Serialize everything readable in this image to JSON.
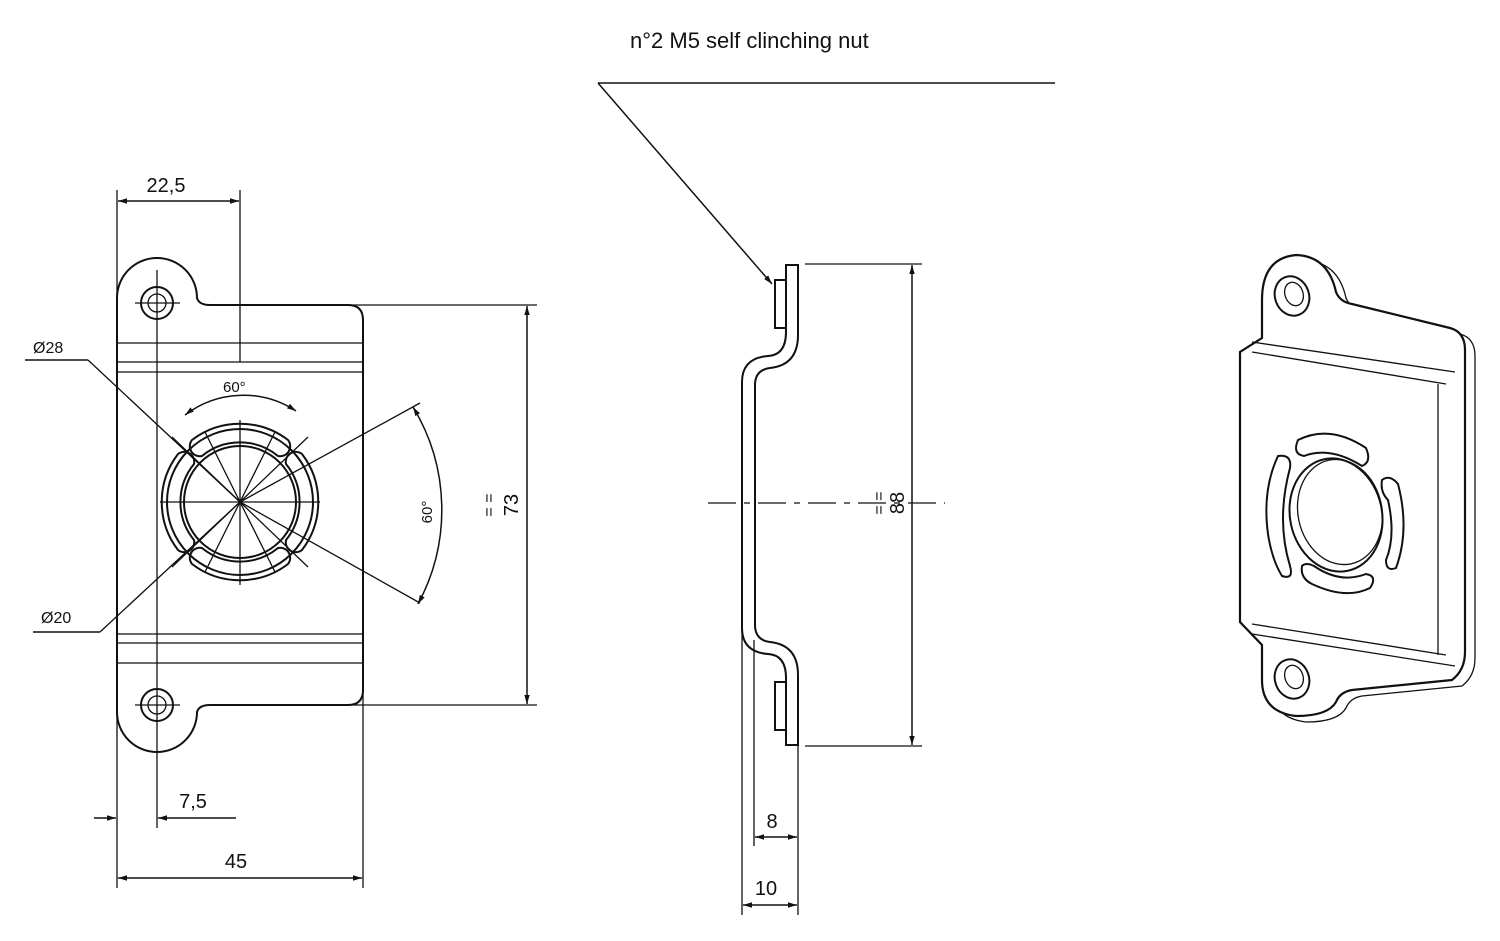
{
  "callout": {
    "text": "n°2 M5 self clinching nut"
  },
  "front_view": {
    "dim_half_width": "22,5",
    "dim_width": "45",
    "dim_hole_offset": "7,5",
    "dim_height": "73",
    "dim_equal_mark": "= =",
    "dim_dia_outer": "Ø28",
    "dim_dia_inner": "Ø20",
    "angle_top": "60°",
    "angle_side": "60°"
  },
  "side_view": {
    "dim_height": "88",
    "dim_equal_mark": "= =",
    "dim_depth_inner": "8",
    "dim_depth_outer": "10"
  }
}
